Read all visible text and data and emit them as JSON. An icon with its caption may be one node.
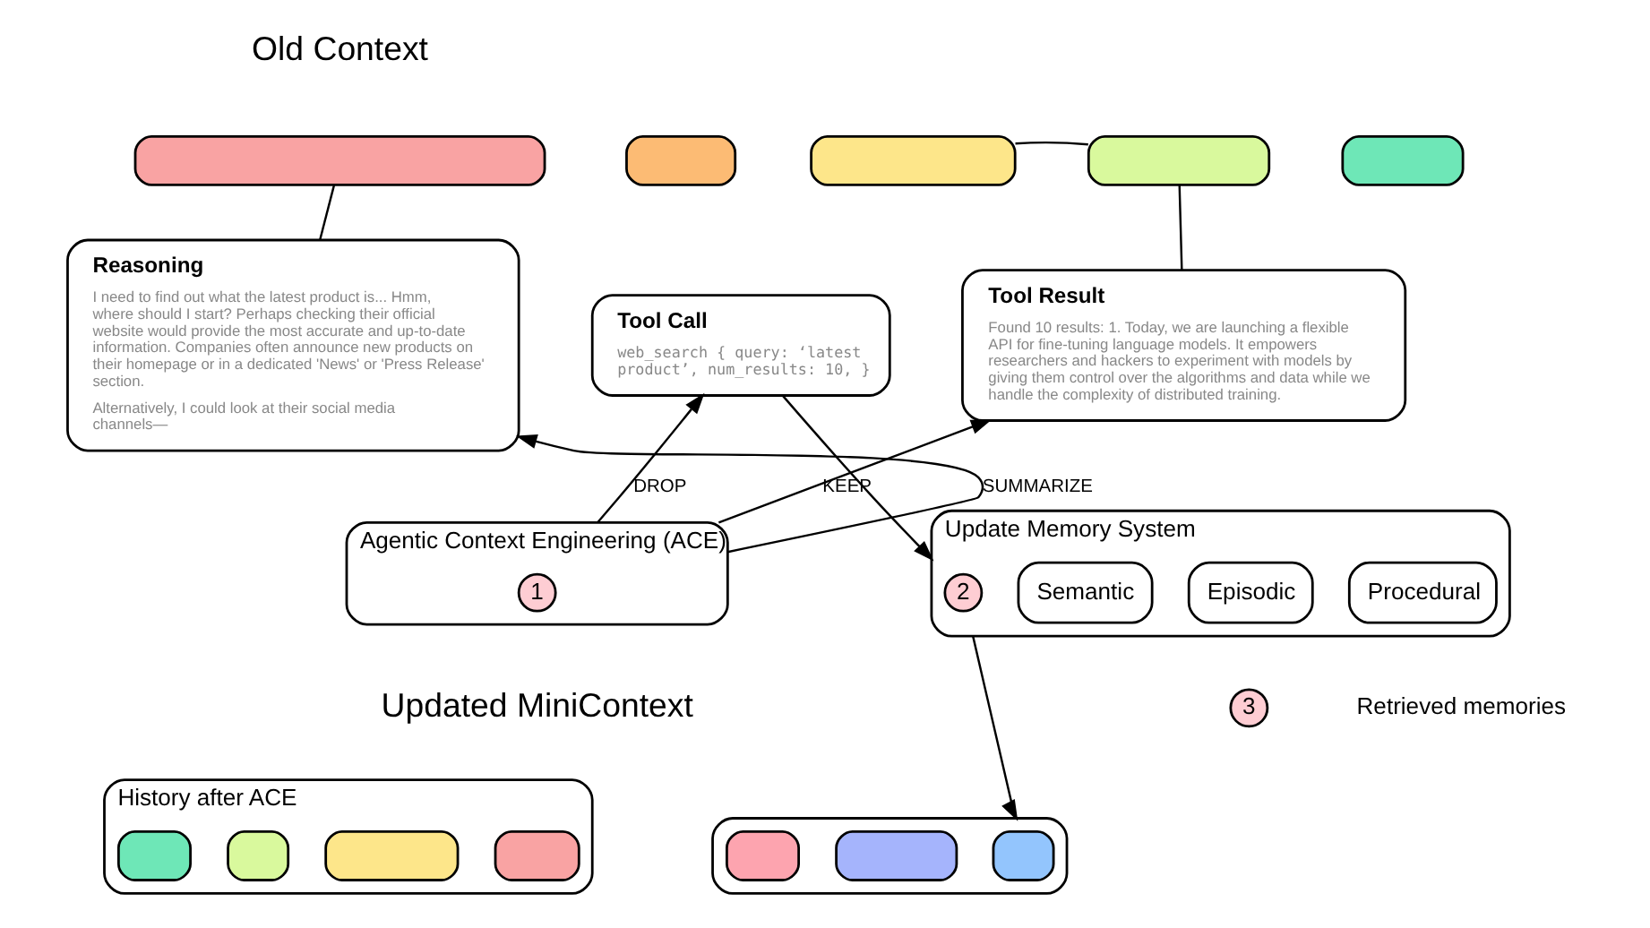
{
  "diagram": {
    "nodes": [
      {
        "text": [],
        "shape": "box"
      },
      {
        "text": [],
        "shape": "box"
      },
      {
        "text": [],
        "shape": "box"
      },
      {
        "text": [],
        "shape": "box"
      },
      {
        "text": [],
        "shape": "box"
      },
      {
        "text": [
          "Reasoning",
          "I need to find out what the latest product is... Hmm, where should I start? Perhaps checking their official website would provide the most accurate and up-to-date information. Companies often announce new products on their homepage or in a dedicated 'News' or 'Press Release' section.",
          "Alternatively, I could look at their social media channels—"
        ]
      },
      {
        "text": [
          "Tool Call",
          "web_search { query: ‘latest product’, num_results: 10, }"
        ]
      },
      {
        "text": [
          "Tool Result",
          "Found 10 results: 1. Today, we are launching a flexible API for fine-tuning language models. It empowers researchers and hackers to experiment with models by giving them control over the algorithms and data while we handle the complexity of distributed training."
        ]
      },
      {
        "text": [
          "Agentic Context Engineering (ACE)"
        ]
      },
      {
        "text": [
          "1"
        ],
        "in": 8
      },
      {
        "text": [
          "Update Memory System"
        ]
      },
      {
        "text": [
          "2"
        ],
        "in": 10
      },
      {
        "text": [
          "Episodic"
        ],
        "in": 10
      },
      {
        "text": [
          "Semantic"
        ],
        "in": 10
      },
      {
        "text": [
          "Procedural"
        ],
        "in": 10
      },
      {
        "text": [
          "3"
        ],
        "beside": [
          "Retrieved memories"
        ]
      },
      {
        "text": [
          "History after ACE"
        ]
      },
      {
        "text": [],
        "shape": "box",
        "in": 16
      },
      {
        "text": [],
        "shape": "box",
        "in": 16
      },
      {
        "text": [],
        "shape": "box",
        "in": 16
      },
      {
        "text": [],
        "shape": "box",
        "in": 16
      },
      {
        "text": [],
        "shape": "box"
      },
      {
        "text": [],
        "shape": "box",
        "in": 21
      },
      {
        "text": [],
        "shape": "box",
        "in": 21
      },
      {
        "text": [],
        "shape": "box",
        "in": 21
      }
    ],
    "edges": [
      {
        "from": 0,
        "to": 5,
        "arrow": "none"
      },
      {
        "from": 2,
        "to": 3,
        "arrow": "none"
      },
      {
        "from": 3,
        "to": 7,
        "arrow": "none"
      },
      {
        "from": 8,
        "to": 5,
        "arrow": "to",
        "label": "SUMMARIZE"
      },
      {
        "from": 8,
        "to": 6,
        "arrow": "to",
        "label": "DROP"
      },
      {
        "from": 8,
        "to": 7,
        "arrow": "to",
        "label": "KEEP"
      },
      {
        "from": 6,
        "to": 10,
        "arrow": "to"
      },
      {
        "from": 10,
        "to": 21,
        "arrow": "to"
      }
    ],
    "labels": [
      "Old Context",
      "Updated MiniContext"
    ]
  }
}
